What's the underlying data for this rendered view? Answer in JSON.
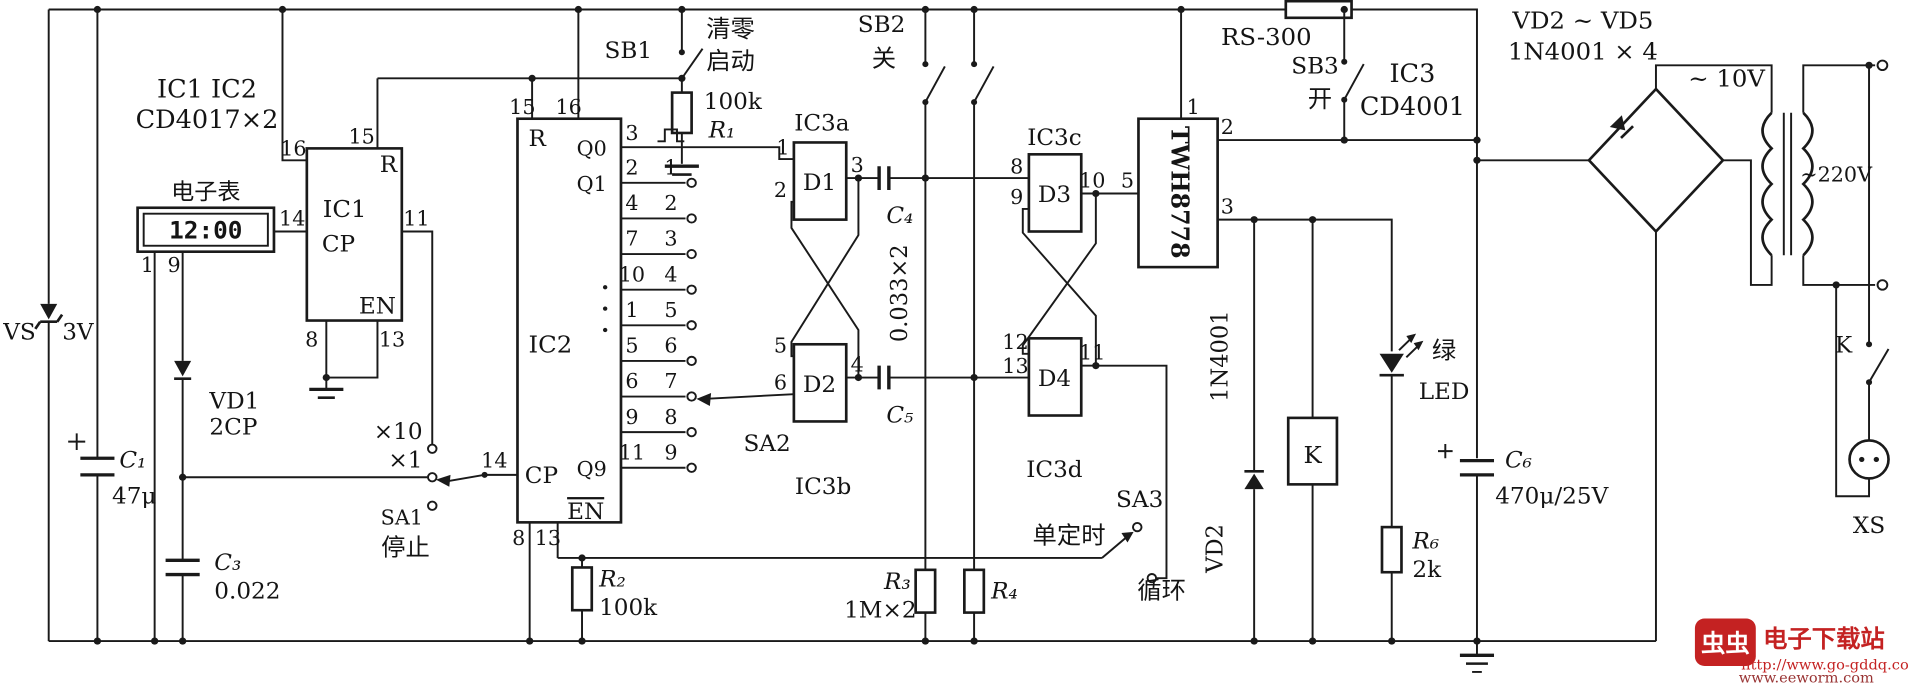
{
  "labels": {
    "header": {
      "ic12": "IC1 IC2",
      "cd4017": "CD4017×2"
    },
    "clock": {
      "name": "电子表",
      "display": "12:00",
      "pin1": "1",
      "pin9": "9"
    },
    "vs": {
      "name": "VS",
      "value": "3V"
    },
    "c1": {
      "name": "C₁",
      "value": "47μ"
    },
    "c3": {
      "name": "C₃",
      "value": "0.022"
    },
    "vd1": {
      "name": "VD1",
      "type": "2CP"
    },
    "ic1": {
      "name": "IC1",
      "r": "R",
      "cp": "CP",
      "en": "EN",
      "p16": "16",
      "p15": "15",
      "p14": "14",
      "p11": "11",
      "p8": "8",
      "p13": "13"
    },
    "sb1": {
      "name": "SB1",
      "line1": "清零",
      "line2": "启动"
    },
    "r1": {
      "name": "R₁",
      "value": "100k"
    },
    "ic2": {
      "name": "IC2",
      "r": "R",
      "q0": "Q0",
      "q1": "Q1",
      "q9": "Q9",
      "cp": "CP",
      "en": "EN",
      "p15": "15",
      "p16": "16",
      "p14": "14",
      "p8": "8",
      "p13": "13",
      "p3": "3",
      "rows": [
        {
          "pin": "2",
          "tap": "1"
        },
        {
          "pin": "4",
          "tap": "2"
        },
        {
          "pin": "7",
          "tap": "3"
        },
        {
          "pin": "10",
          "tap": "4"
        },
        {
          "pin": "1",
          "tap": "5"
        },
        {
          "pin": "5",
          "tap": "6"
        },
        {
          "pin": "6",
          "tap": "7"
        },
        {
          "pin": "9",
          "tap": "8"
        },
        {
          "pin": "11",
          "tap": "9"
        }
      ]
    },
    "sa1": {
      "x10": "×10",
      "x1": "×1",
      "name": "SA1",
      "stop": "停止"
    },
    "r2": {
      "name": "R₂",
      "value": "100k"
    },
    "gates": {
      "ic3a": "IC3a",
      "ic3b": "IC3b",
      "ic3c": "IC3c",
      "ic3d": "IC3d",
      "d1": "D1",
      "d2": "D2",
      "d3": "D3",
      "d4": "D4",
      "d1p1": "1",
      "d1p2": "2",
      "d1p3": "3",
      "d2p5": "5",
      "d2p6": "6",
      "d2p4": "4",
      "d3p8": "8",
      "d3p9": "9",
      "d3p10": "10",
      "d4p12": "12",
      "d4p13": "13",
      "d4p11": "11"
    },
    "c4": {
      "name": "C₄"
    },
    "c5": {
      "name": "C₅"
    },
    "cap_value": "0.033×2",
    "sb2": {
      "name": "SB2",
      "off": "关"
    },
    "rs300": "RS-300",
    "sb3": {
      "name": "SB3",
      "on": "开"
    },
    "twh": {
      "name": "TWH8778",
      "p1": "1",
      "p2": "2",
      "p3": "3",
      "p5": "5"
    },
    "ic3": {
      "name": "IC3",
      "type": "CD4001"
    },
    "sa2": "SA2",
    "sa3": {
      "name": "SA3",
      "single": "单定时",
      "cycle": "循环"
    },
    "r3": {
      "name": "R₃",
      "value": "1M×2"
    },
    "r4": {
      "name": "R₄"
    },
    "vd2": {
      "type": "1N4001",
      "name": "VD2"
    },
    "relay": {
      "name": "K"
    },
    "led": {
      "color": "绿",
      "name": "LED"
    },
    "r6": {
      "name": "R₆",
      "value": "2k"
    },
    "c6": {
      "name": "C₆",
      "value": "470μ/25V"
    },
    "bridge": {
      "title": "VD2 ~ VD5",
      "subtitle": "1N4001 × 4"
    },
    "ac": {
      "v10": "~ 10V",
      "v220": "~220V"
    },
    "kswitch": "K",
    "xs": "XS"
  },
  "watermark": {
    "logo": "虫虫",
    "site": "电子下载站",
    "url1": "http://www.go-gddq.com",
    "url2": "www.eeworm.com"
  },
  "colors": {
    "wire": "#1a1a1a",
    "watermark_red": "#c42222"
  }
}
